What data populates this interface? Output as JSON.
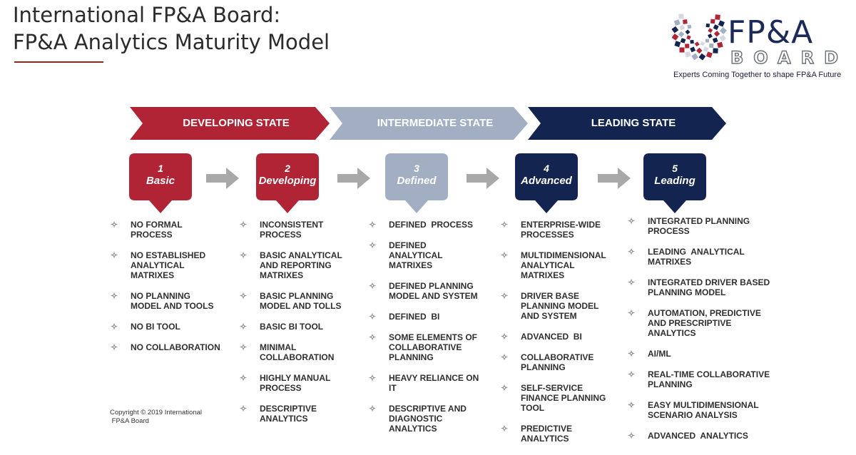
{
  "header": {
    "title_line1": "International FP&A Board:",
    "title_line2": "FP&A Analytics Maturity Model"
  },
  "logo": {
    "primary": "FP&A",
    "secondary": "BOARD",
    "tagline": "Experts Coming Together to shape FP&A Future"
  },
  "colors": {
    "developing": "#b02435",
    "intermediate": "#a2afc2",
    "leading": "#142450",
    "arrow_gray": "#a8a8a8"
  },
  "states": [
    {
      "label": "DEVELOPING STATE"
    },
    {
      "label": "INTERMEDIATE STATE"
    },
    {
      "label": "LEADING STATE"
    }
  ],
  "levels": [
    {
      "number": "1",
      "name": "Basic"
    },
    {
      "number": "2",
      "name": "Developing"
    },
    {
      "number": "3",
      "name": "Defined"
    },
    {
      "number": "4",
      "name": "Advanced"
    },
    {
      "number": "5",
      "name": "Leading"
    }
  ],
  "bullet_glyph": "✧",
  "columns": [
    {
      "items": [
        [
          "NO FORMAL",
          "PROCESS"
        ],
        [
          "NO ESTABLISHED",
          "ANALYTICAL",
          "MATRIXES"
        ],
        [
          "NO PLANNING",
          "MODEL AND TOOLS"
        ],
        [
          "NO BI TOOL"
        ],
        [
          "NO COLLABORATION"
        ]
      ]
    },
    {
      "items": [
        [
          "INCONSISTENT",
          "PROCESS"
        ],
        [
          "BASIC ANALYTICAL",
          "AND REPORTING",
          "MATRIXES"
        ],
        [
          "BASIC PLANNING",
          "MODEL AND TOLLS"
        ],
        [
          "BASIC BI TOOL"
        ],
        [
          "MINIMAL",
          "COLLABORATION"
        ],
        [
          "HIGHLY MANUAL",
          "PROCESS"
        ],
        [
          "DESCRIPTIVE",
          "ANALYTICS"
        ]
      ]
    },
    {
      "items": [
        [
          "DEFINED  PROCESS"
        ],
        [
          "DEFINED",
          "ANALYTICAL",
          "MATRIXES"
        ],
        [
          "DEFINED PLANNING",
          "MODEL AND SYSTEM"
        ],
        [
          "DEFINED  BI"
        ],
        [
          "SOME ELEMENTS OF",
          "COLLABORATIVE",
          "PLANNING"
        ],
        [
          "HEAVY RELIANCE ON",
          "IT"
        ],
        [
          "DESCRIPTIVE AND",
          "DIAGNOSTIC",
          "ANALYTICS"
        ]
      ]
    },
    {
      "items": [
        [
          "ENTERPRISE-WIDE",
          "PROCESSES"
        ],
        [
          "MULTIDIMENSIONAL",
          "ANALYTICAL",
          "MATRIXES"
        ],
        [
          "DRIVER BASE",
          "PLANNING MODEL",
          "AND SYSTEM"
        ],
        [
          "ADVANCED  BI"
        ],
        [
          "COLLABORATIVE",
          "PLANNING"
        ],
        [
          "SELF-SERVICE",
          "FINANCE PLANNING",
          "TOOL"
        ],
        [
          "PREDICTIVE",
          "ANALYTICS"
        ]
      ]
    },
    {
      "items": [
        [
          "INTEGRATED PLANNING",
          "PROCESS"
        ],
        [
          "LEADING  ANALYTICAL",
          "MATRIXES"
        ],
        [
          "INTEGRATED DRIVER BASED",
          "PLANNING MODEL"
        ],
        [
          "AUTOMATION, PREDICTIVE",
          "AND PRESCRIPTIVE",
          "ANALYTICS"
        ],
        [
          "AI/ML"
        ],
        [
          "REAL-TIME COLLABORATIVE",
          "PLANNING"
        ],
        [
          "EASY MULTIDIMENSIONAL",
          "SCENARIO ANALYSIS"
        ],
        [
          "ADVANCED  ANALYTICS"
        ]
      ]
    }
  ],
  "copyright": {
    "line1": "Copyright © 2019 International",
    "line2": " FP&A Board"
  }
}
